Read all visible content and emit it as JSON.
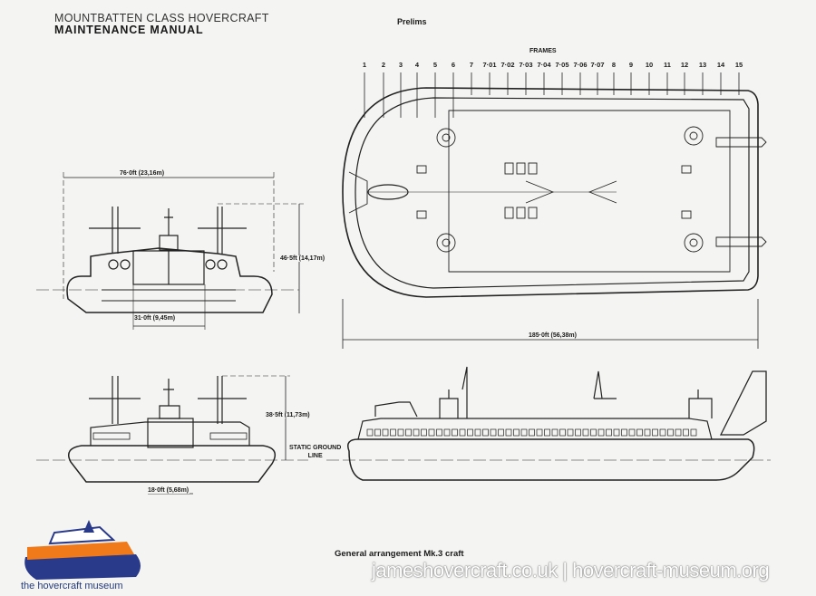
{
  "header": {
    "line1": "MOUNTBATTEN CLASS HOVERCRAFT",
    "line2": "MAINTENANCE MANUAL",
    "section": "Prelims"
  },
  "frames": {
    "title": "FRAMES",
    "labels": [
      "1",
      "2",
      "3",
      "4",
      "5",
      "6",
      "7",
      "7·01",
      "7·02",
      "7·03",
      "7·04",
      "7·05",
      "7·06",
      "7·07",
      "8",
      "9",
      "10",
      "11",
      "12",
      "13",
      "14",
      "15"
    ]
  },
  "dimensions": {
    "front_width": "76·0ft (23,16m)",
    "front_height": "46·5ft (14,17m)",
    "front_base": "31·0ft (9,45m)",
    "plan_length": "185·0ft (56,38m)",
    "rear_height": "38·5ft (11,73m)",
    "rear_base": "18·0ft (5,68m)",
    "ground_line_1": "STATIC GROUND",
    "ground_line_2": "LINE"
  },
  "caption": "General arrangement  Mk.3 craft",
  "watermark": "jameshovercraft.co.uk | hovercraft-museum.org",
  "logo": {
    "text": "the hovercraft museum",
    "colors": {
      "hull": "#2a3a8a",
      "skirt": "#f07a1a"
    }
  }
}
